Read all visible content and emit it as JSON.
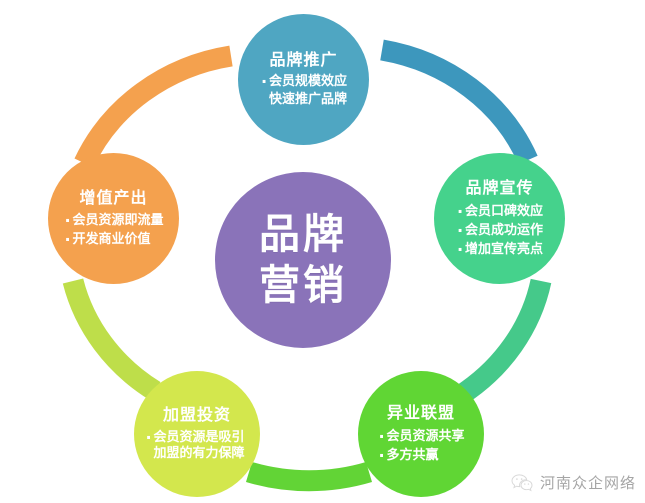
{
  "diagram": {
    "type": "cycle-ring",
    "center": {
      "label_lines": [
        "品牌",
        "营销"
      ],
      "color": "#8a73b9"
    },
    "nodes": [
      {
        "id": "brand-promotion",
        "position": "top",
        "title": "品牌推广",
        "items": [
          "会员规模效应",
          "快速推广品牌"
        ],
        "color": "#4fa6c2"
      },
      {
        "id": "brand-publicity",
        "position": "right",
        "title": "品牌宣传",
        "items": [
          "会员口碑效应",
          "会员成功运作",
          "增加宣传亮点"
        ],
        "color": "#45d28c"
      },
      {
        "id": "cross-industry-alliance",
        "position": "bottom-right",
        "title": "异业联盟",
        "items": [
          "会员资源共享",
          "多方共赢"
        ],
        "color": "#60d634"
      },
      {
        "id": "franchise-investment",
        "position": "bottom-left",
        "title": "加盟投资",
        "items": [
          "会员资源是吸引加盟的有力保障"
        ],
        "color": "#d3e74d"
      },
      {
        "id": "value-added-output",
        "position": "left",
        "title": "增值产出",
        "items": [
          "会员资源即流量",
          "开发商业价值"
        ],
        "color": "#f4a14e"
      }
    ],
    "arcs": [
      {
        "id": "arc-orange",
        "from": "value-added-output",
        "to": "brand-promotion",
        "color": "#f4a14e"
      },
      {
        "id": "arc-cyan",
        "from": "brand-promotion",
        "to": "brand-publicity",
        "color": "#3d97bd"
      },
      {
        "id": "arc-teal",
        "from": "brand-publicity",
        "to": "cross-industry-alliance",
        "color": "#45c98a"
      },
      {
        "id": "arc-green",
        "from": "cross-industry-alliance",
        "to": "franchise-investment",
        "color": "#62d436"
      },
      {
        "id": "arc-yellow",
        "from": "franchise-investment",
        "to": "value-added-output",
        "color": "#bede4a"
      }
    ]
  },
  "watermark": {
    "text": "河南众企网络",
    "icon": "wechat-logo-icon"
  }
}
